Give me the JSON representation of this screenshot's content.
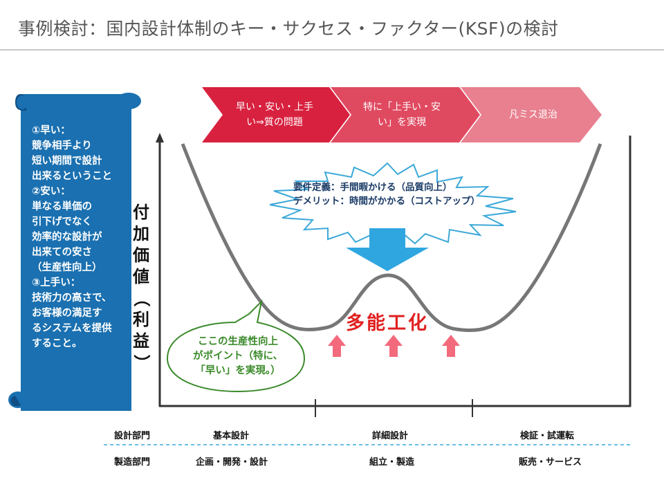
{
  "title": "事例検討：国内設計体制のキー・サクセス・ファクター(KSF)の検討",
  "scroll": {
    "lines": [
      "①早い：",
      "競争相手より",
      "短い期間で設計",
      "出来るということ",
      "②安い：",
      "単なる単価の",
      "引下げでなく",
      "効率的な設計が",
      "出来ての安さ",
      "（生産性向上）",
      "③上手い：",
      "技術力の高さで、",
      "お客様の満足す",
      "るシステムを提供",
      "すること。"
    ]
  },
  "chevrons": [
    {
      "line1": "早い・安い・上手",
      "line2": "い⇒質の問題",
      "color": "#d8213f"
    },
    {
      "line1": "特に「上手い・安",
      "line2": "い」を実現",
      "color": "#e04a61"
    },
    {
      "line1": "凡ミス退治",
      "line2": "",
      "color": "#e8808f"
    }
  ],
  "y_label": {
    "chars": [
      "付",
      "加",
      "価",
      "値"
    ],
    "paren": [
      "（",
      "利",
      "益",
      "）"
    ]
  },
  "burst": {
    "line1": "要件定義：手間暇かける（品質向上）",
    "line2": "デメリット：時間がかかる（コストアップ）",
    "fill": "#ffffff",
    "stroke": "#3aa8d8"
  },
  "center_label": "多能工化",
  "bubble": {
    "lines": [
      "ここの生産性向上",
      "がポイント（特に、",
      "「早い」を実現。）"
    ],
    "stroke": "#3a8a2a"
  },
  "colors": {
    "curve": "#777777",
    "axis": "#333333",
    "down_arrow": "#2fa6e0",
    "up_arrow": "#f26a7c",
    "scroll": "#1a70b0",
    "scroll_dark": "#0f4f85",
    "divider": "#3aa8d8"
  },
  "table": {
    "row1": {
      "label": "設計部門",
      "cells": [
        "基本設計",
        "詳細設計",
        "検証・試運転"
      ]
    },
    "row2": {
      "label": "製造部門",
      "cells": [
        "企画・開発・設計",
        "組立・製造",
        "販売・サービス"
      ]
    }
  }
}
